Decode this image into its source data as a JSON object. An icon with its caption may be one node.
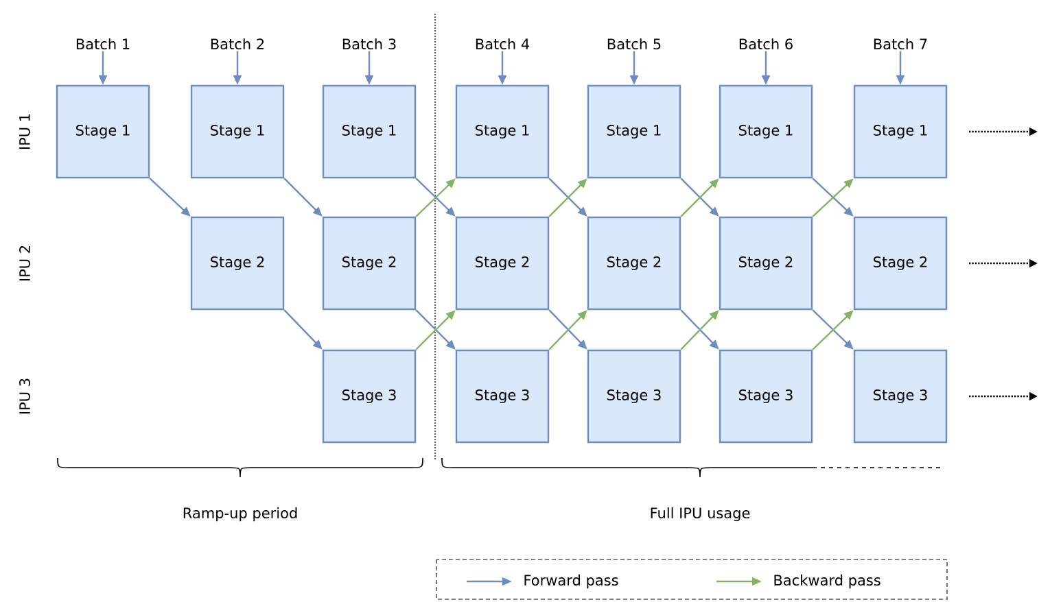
{
  "diagram": {
    "nodes": [
      {
        "text": [
          "Batch 1"
        ]
      },
      {
        "text": [
          "Batch 2"
        ]
      },
      {
        "text": [
          "Batch 3"
        ]
      },
      {
        "text": [
          "Batch 4"
        ]
      },
      {
        "text": [
          "Batch 5"
        ]
      },
      {
        "text": [
          "Batch 6"
        ]
      },
      {
        "text": [
          "Batch 7"
        ]
      },
      {
        "text": [
          "Stage 1"
        ]
      },
      {
        "text": [
          "Stage 1"
        ]
      },
      {
        "text": [
          "Stage 1"
        ]
      },
      {
        "text": [
          "Stage 1"
        ]
      },
      {
        "text": [
          "Stage 1"
        ]
      },
      {
        "text": [
          "Stage 1"
        ]
      },
      {
        "text": [
          "Stage 1"
        ]
      },
      {
        "text": [
          "Stage 2"
        ]
      },
      {
        "text": [
          "Stage 2"
        ]
      },
      {
        "text": [
          "Stage 2"
        ]
      },
      {
        "text": [
          "Stage 2"
        ]
      },
      {
        "text": [
          "Stage 2"
        ]
      },
      {
        "text": [
          "Stage 2"
        ]
      },
      {
        "text": [
          "Stage 3"
        ]
      },
      {
        "text": [
          "Stage 3"
        ]
      },
      {
        "text": [
          "Stage 3"
        ]
      },
      {
        "text": [
          "Stage 3"
        ]
      },
      {
        "text": [
          "Stage 3"
        ]
      }
    ],
    "edges": [
      {
        "from": 0,
        "to": 7,
        "arrow": "to"
      },
      {
        "from": 1,
        "to": 8,
        "arrow": "to"
      },
      {
        "from": 2,
        "to": 9,
        "arrow": "to"
      },
      {
        "from": 3,
        "to": 10,
        "arrow": "to"
      },
      {
        "from": 4,
        "to": 11,
        "arrow": "to"
      },
      {
        "from": 5,
        "to": 12,
        "arrow": "to"
      },
      {
        "from": 6,
        "to": 13,
        "arrow": "to"
      },
      {
        "from": 7,
        "to": 14,
        "arrow": "to"
      },
      {
        "from": 8,
        "to": 15,
        "arrow": "to"
      },
      {
        "from": 9,
        "to": 16,
        "arrow": "to"
      },
      {
        "from": 10,
        "to": 17,
        "arrow": "to"
      },
      {
        "from": 11,
        "to": 18,
        "arrow": "to"
      },
      {
        "from": 12,
        "to": 19,
        "arrow": "to"
      },
      {
        "from": 14,
        "to": 20,
        "arrow": "to"
      },
      {
        "from": 15,
        "to": 21,
        "arrow": "to"
      },
      {
        "from": 16,
        "to": 22,
        "arrow": "to"
      },
      {
        "from": 17,
        "to": 23,
        "arrow": "to"
      },
      {
        "from": 18,
        "to": 24,
        "arrow": "to"
      },
      {
        "from": 15,
        "to": 10,
        "arrow": "to",
        "color": "#82b366"
      },
      {
        "from": 16,
        "to": 11,
        "arrow": "to",
        "color": "#82b366"
      },
      {
        "from": 17,
        "to": 12,
        "arrow": "to",
        "color": "#82b366"
      },
      {
        "from": 18,
        "to": 13,
        "arrow": "to",
        "color": "#82b366"
      },
      {
        "from": 20,
        "to": 16,
        "arrow": "to",
        "color": "#82b366"
      },
      {
        "from": 21,
        "to": 17,
        "arrow": "to",
        "color": "#82b366"
      },
      {
        "from": 22,
        "to": 18,
        "arrow": "to",
        "color": "#82b366"
      },
      {
        "from": 23,
        "to": 19,
        "arrow": "to",
        "color": "#82b366"
      }
    ],
    "labels": [
      "IPU 1",
      "IPU 2",
      "IPU 3",
      "Ramp-up period",
      "Full IPU usage"
    ],
    "legend": [
      {
        "text": "Forward pass"
      },
      {
        "text": "Backward pass"
      }
    ]
  }
}
